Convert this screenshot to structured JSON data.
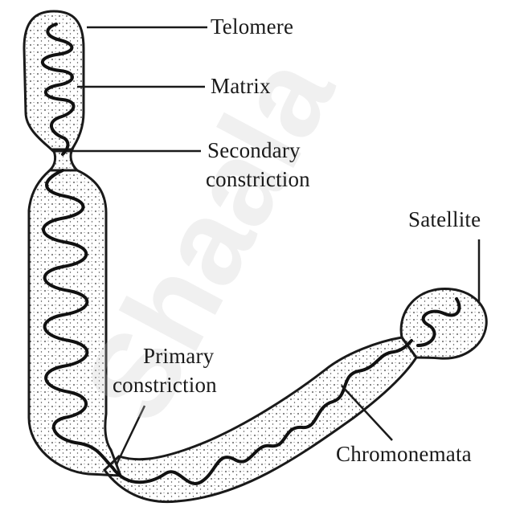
{
  "labels": {
    "telomere": "Telomere",
    "matrix": "Matrix",
    "secondary_constriction_1": "Secondary",
    "secondary_constriction_2": "constriction",
    "satellite": "Satellite",
    "primary_constriction_1": "Primary",
    "primary_constriction_2": "constriction",
    "chromonemata": "Chromonemata"
  },
  "watermark": "Shaala",
  "colors": {
    "ink": "#1a1a1a",
    "fill": "#ffffff"
  }
}
